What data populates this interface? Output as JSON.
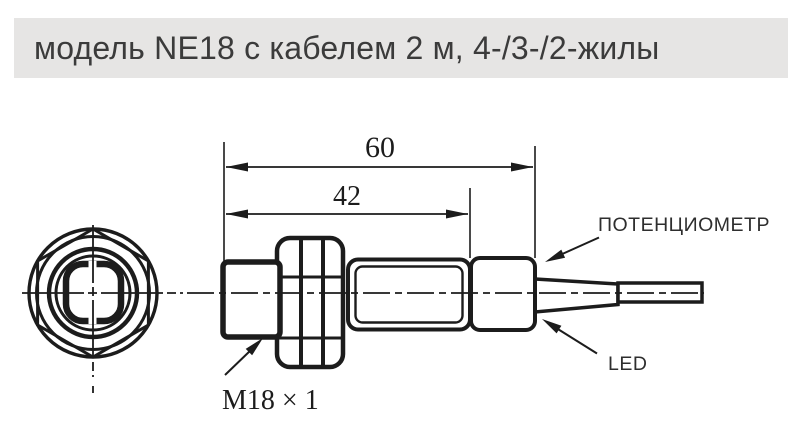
{
  "title": {
    "text": "модель NE18 с кабелем 2 м, 4-/3-/2-жилы"
  },
  "diagram": {
    "dim_total_length": "60",
    "dim_body_length": "42",
    "thread_label": "M18 × 1",
    "potentiometer_label": "ПОТЕНЦИОМЕТР",
    "led_label": "LED"
  },
  "colors": {
    "ink": "#1c1c1c",
    "title_bg": "#e6e5e4",
    "title_text": "#3b3b3b",
    "canvas": "#ffffff"
  }
}
